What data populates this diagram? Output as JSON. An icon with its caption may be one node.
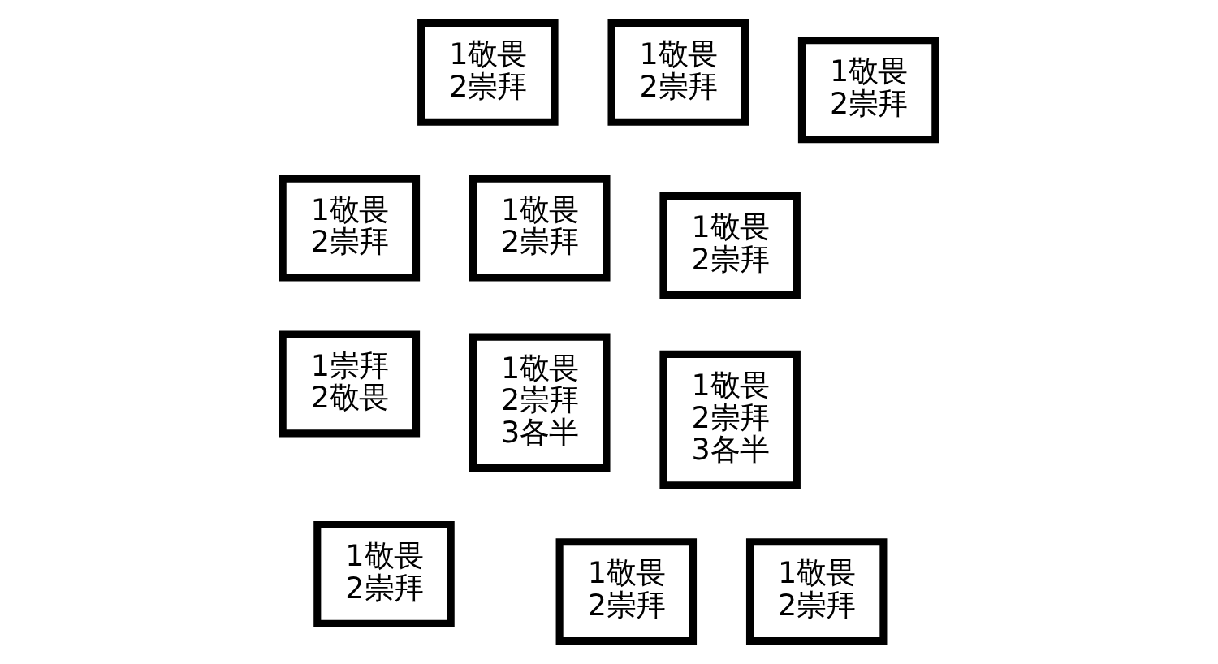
{
  "diagram": {
    "nodes": [
      {
        "text": [
          "1敬畏",
          "2崇拜",
          "3各半"
        ]
      },
      {
        "text": [
          "1敬畏",
          "2崇拜"
        ]
      },
      {
        "text": [
          "1敬畏",
          "2崇拜"
        ]
      },
      {
        "text": [
          "1敬畏",
          "2崇拜"
        ]
      },
      {
        "text": [
          "1敬畏",
          "2崇拜"
        ]
      },
      {
        "text": [
          "1敬畏",
          "2崇拜"
        ]
      },
      {
        "text": [
          "1敬畏",
          "2崇拜"
        ]
      },
      {
        "text": [
          "1敬畏",
          "2崇拜"
        ]
      },
      {
        "text": [
          "1敬畏",
          "2崇拜"
        ]
      },
      {
        "text": [
          "1敬畏",
          "2崇拜"
        ]
      },
      {
        "text": [
          "1敬畏",
          "2崇拜",
          "3各半"
        ]
      },
      {
        "text": [
          "1崇拜",
          "2敬畏"
        ]
      }
    ]
  }
}
